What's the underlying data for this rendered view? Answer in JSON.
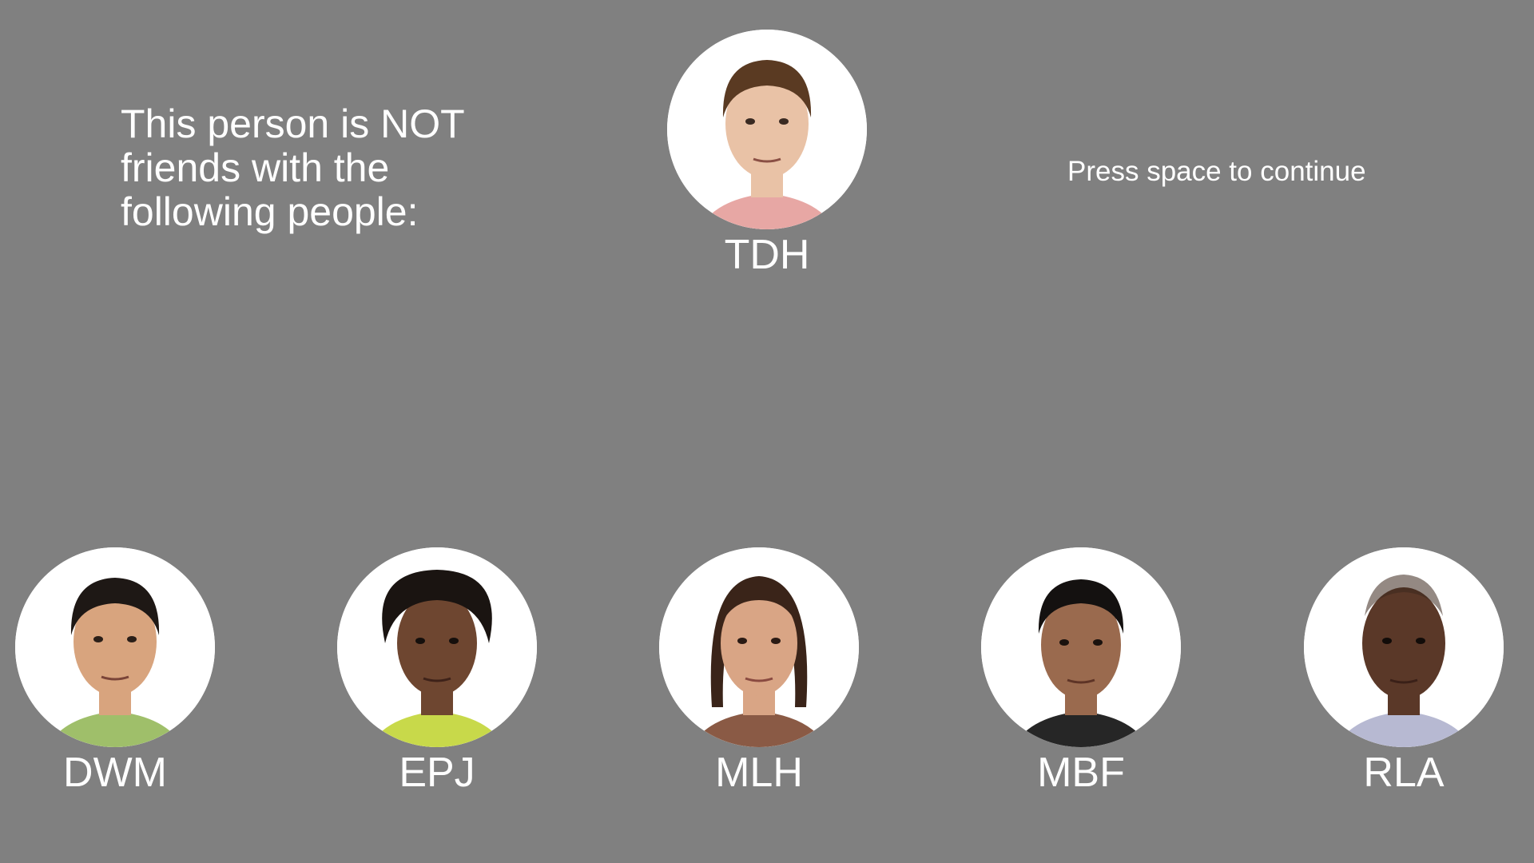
{
  "instruction": "This person is NOT friends with the following people:",
  "continue_hint": "Press space to continue",
  "target": {
    "name": "TDH",
    "skin": "#e9c2a6",
    "hair": "#5a3a22",
    "shirt": "#e7a7a4"
  },
  "people": [
    {
      "name": "DWM",
      "skin": "#d8a47e",
      "hair": "#1e1815",
      "shirt": "#9fbf6a"
    },
    {
      "name": "EPJ",
      "skin": "#6e4630",
      "hair": "#1a1411",
      "shirt": "#c8d94a"
    },
    {
      "name": "MLH",
      "skin": "#d9a585",
      "hair": "#3a2419",
      "shirt": "#8a5a45"
    },
    {
      "name": "MBF",
      "skin": "#9a6a4e",
      "hair": "#141110",
      "shirt": "#262626"
    },
    {
      "name": "RLA",
      "skin": "#5a3828",
      "hair": "#3d281e",
      "shirt": "#b7b9d2"
    }
  ]
}
